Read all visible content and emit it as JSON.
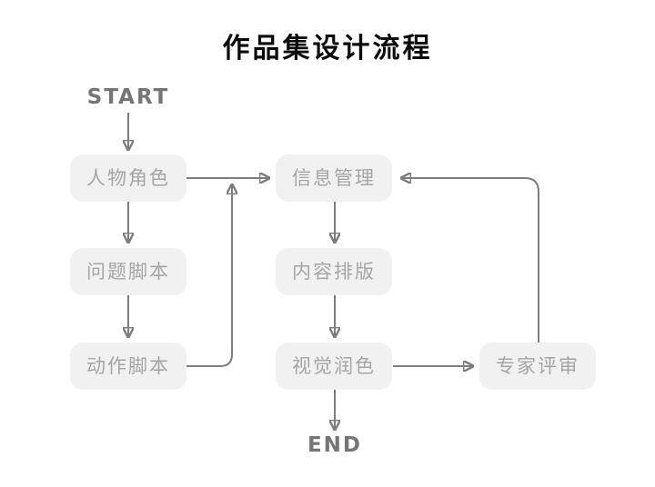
{
  "title": "作品集设计流程",
  "flow": {
    "start_label": "START",
    "end_label": "END",
    "nodes": {
      "persona": {
        "label": "人物角色"
      },
      "problem_script": {
        "label": "问题脚本"
      },
      "action_script": {
        "label": "动作脚本"
      },
      "info_management": {
        "label": "信息管理"
      },
      "content_layout": {
        "label": "内容排版"
      },
      "visual_polish": {
        "label": "视觉润色"
      },
      "expert_review": {
        "label": "专家评审"
      }
    },
    "edges": [
      {
        "from": "START",
        "to": "人物角色"
      },
      {
        "from": "人物角色",
        "to": "问题脚本"
      },
      {
        "from": "问题脚本",
        "to": "动作脚本"
      },
      {
        "from": "人物角色",
        "to": "信息管理"
      },
      {
        "from": "动作脚本",
        "to": "信息管理"
      },
      {
        "from": "信息管理",
        "to": "内容排版"
      },
      {
        "from": "内容排版",
        "to": "视觉润色"
      },
      {
        "from": "视觉润色",
        "to": "专家评审"
      },
      {
        "from": "专家评审",
        "to": "信息管理"
      },
      {
        "from": "视觉润色",
        "to": "END"
      }
    ]
  },
  "colors": {
    "title_text": "#0b0b0b",
    "terminal_text": "#757575",
    "node_background": "#f1f1f2",
    "node_text": "#a5a5a6",
    "connector": "#7d7d7d",
    "page_background": "#ffffff"
  }
}
